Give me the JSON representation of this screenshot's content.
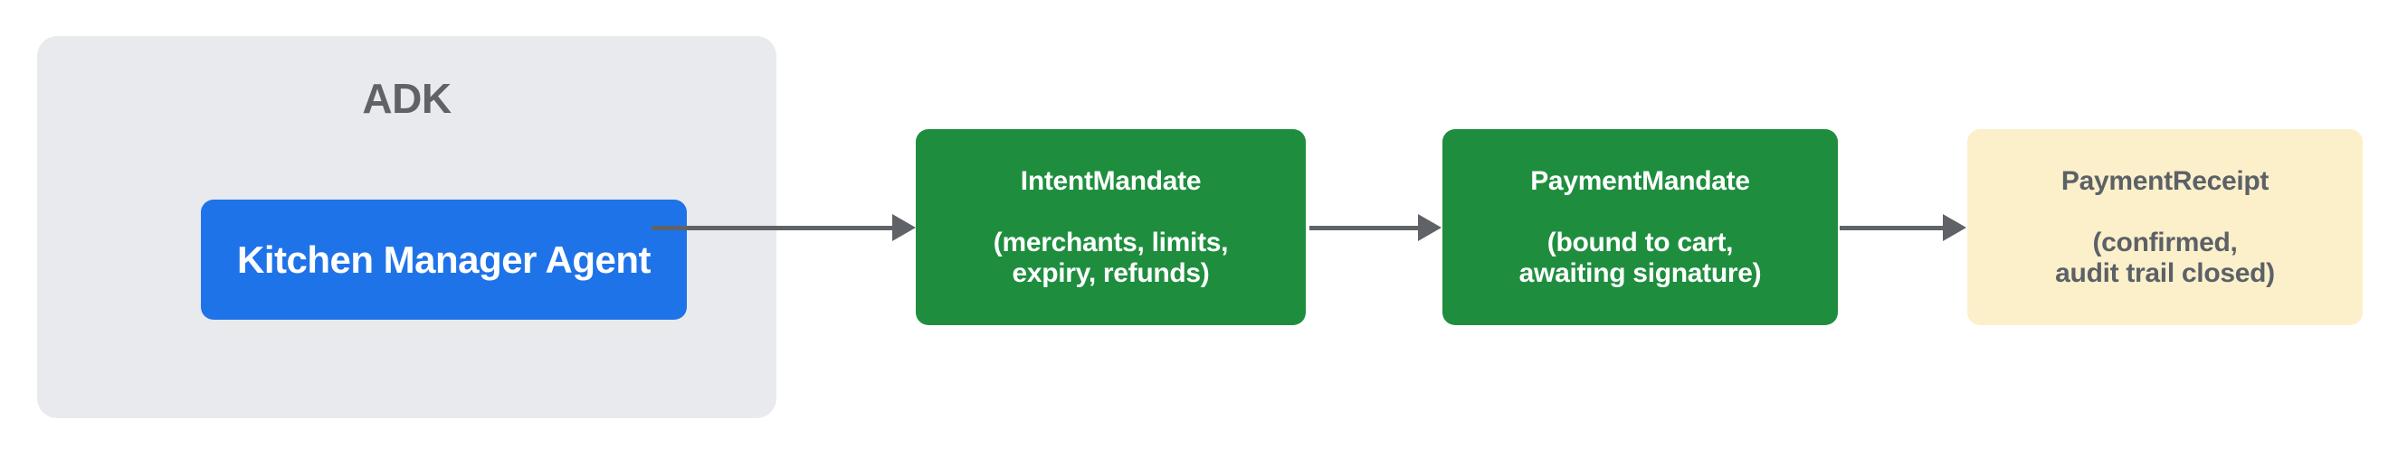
{
  "diagram": {
    "framework_group": {
      "label": "ADK"
    },
    "agent": {
      "label": "Kitchen Manager Agent"
    },
    "stages": [
      {
        "title": "IntentMandate",
        "detail_line1": "(merchants, limits,",
        "detail_line2": "expiry, refunds)",
        "kind": "mandate"
      },
      {
        "title": "PaymentMandate",
        "detail_line1": "(bound to cart,",
        "detail_line2": "awaiting signature)",
        "kind": "mandate"
      },
      {
        "title": "PaymentReceipt",
        "detail_line1": "(confirmed,",
        "detail_line2": "audit trail closed)",
        "kind": "receipt"
      }
    ],
    "colors": {
      "background": "#ffffff",
      "group_fill": "#e8eaed",
      "agent_fill": "#1f73e8",
      "agent_text": "#ffffff",
      "mandate_fill": "#1e8e3e",
      "mandate_text": "#ffffff",
      "receipt_fill": "#fcf0cb",
      "receipt_text": "#5c6167",
      "label_text": "#5f6368",
      "arrow": "#5f6368"
    }
  }
}
